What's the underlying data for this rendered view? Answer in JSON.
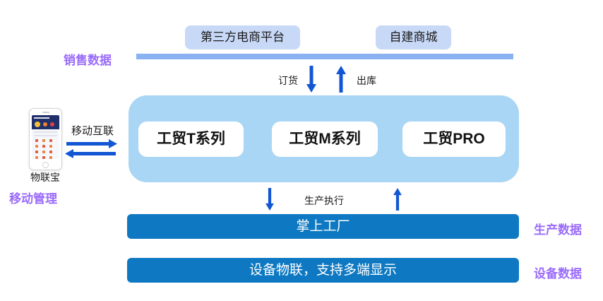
{
  "colors": {
    "accent_purple": "#9a6bfa",
    "arrow_blue": "#1256d4",
    "container_light_blue": "#a9d6f4",
    "bar_dark_blue": "#0e79c2",
    "sales_bar_blue": "#8ab2f3",
    "platform_box_blue": "#c8d9f7"
  },
  "top": {
    "third_party_platform": "第三方电商平台",
    "self_built_mall": "自建商城",
    "sales_data_label": "销售数据"
  },
  "flow": {
    "order": "订货",
    "outbound": "出库",
    "mobile_link": "移动互联",
    "production_exec": "生产执行"
  },
  "core": {
    "products": [
      "工贸T系列",
      "工贸M系列",
      "工贸PRO"
    ]
  },
  "mobile": {
    "app_name": "物联宝",
    "management_label": "移动管理"
  },
  "production_bar": {
    "label": "掌上工厂",
    "side_label": "生产数据"
  },
  "device_bar": {
    "label": "设备物联，支持多端显示",
    "side_label": "设备数据"
  }
}
